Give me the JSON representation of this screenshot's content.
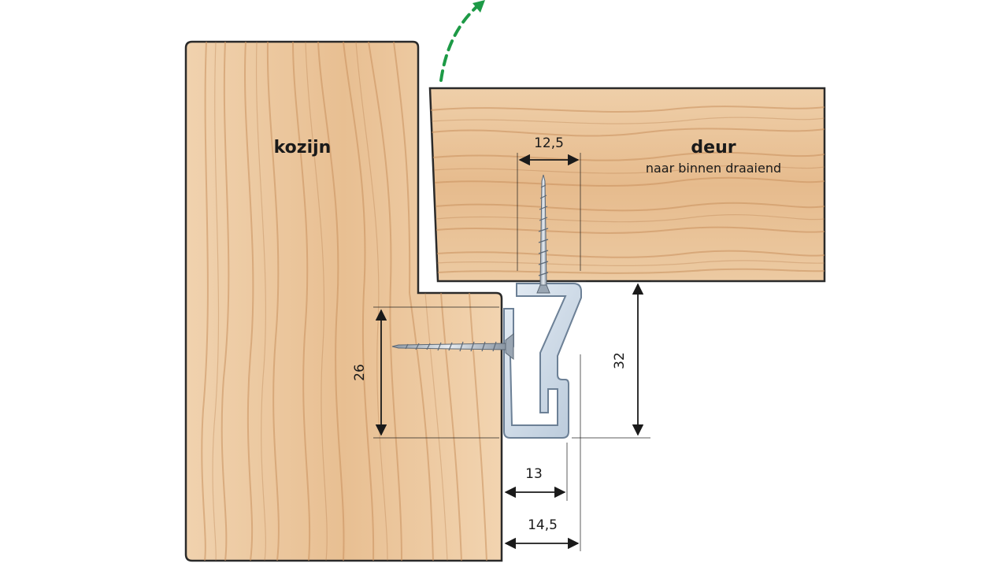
{
  "labels": {
    "frame": "kozijn",
    "door": "deur",
    "door_sub": "naar binnen draaiend"
  },
  "dimensions": {
    "screw_spacing": "12,5",
    "frame_height": "26",
    "door_clearance": "32",
    "profile_width_inner": "13",
    "profile_width_outer": "14,5"
  },
  "colors": {
    "wood_light": "#ecc9a0",
    "wood_mid": "#e2b283",
    "wood_grain": "#c98f5c",
    "outline": "#2a2a2a",
    "metal_fill": "#cfdbe8",
    "metal_edge": "#6c8096",
    "arrow": "#1d9a46"
  },
  "icons": {
    "rotation_arrow": "dashed-curved-arrow-icon",
    "screw": "screw-icon"
  }
}
